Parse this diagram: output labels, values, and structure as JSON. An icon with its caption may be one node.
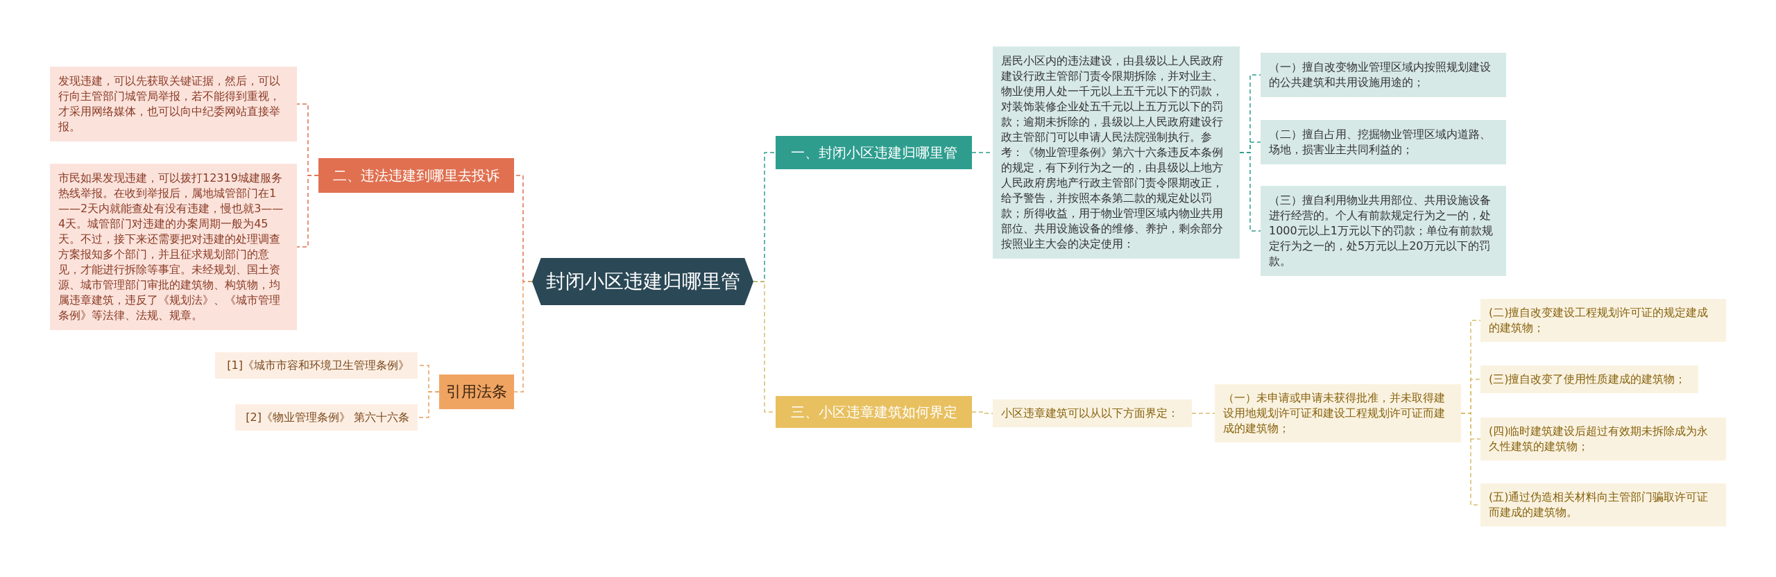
{
  "diagram": {
    "nodes": [
      {
        "text": [
          "封闭小区违建归哪里管"
        ]
      },
      {
        "text": [
          "一、封闭小区违建归哪里管"
        ]
      },
      {
        "text": [
          "居民小区内的违法建设，由县级以上人民政府建设行政主管部门责令限期拆除，并对业主、物业使用人处一千元以上五千元以下的罚款，对装饰装修企业处五千元以上五万元以下的罚款；逾期未拆除的，县级以上人民政府建设行政主管部门可以申请人民法院强制执行。参考：《物业管理条例》第六十六条违反本条例的规定，有下列行为之一的，由县级以上地方人民政府房地产行政主管部门责令限期改正，给予警告，并按照本条第二款的规定处以罚款；所得收益，用于物业管理区域内物业共用部位、共用设施设备的维修、养护，剩余部分按照业主大会的决定使用："
        ]
      },
      {
        "text": [
          "（一）擅自改变物业管理区域内按照规划建设的公共建筑和共用设施用途的；"
        ]
      },
      {
        "text": [
          "（二）擅自占用、挖掘物业管理区域内道路、场地，损害业主共同利益的；"
        ]
      },
      {
        "text": [
          "（三）擅自利用物业共用部位、共用设施设备进行经营的。个人有前款规定行为之一的，处1000元以上1万元以下的罚款；单位有前款规定行为之一的，处5万元以上20万元以下的罚款。"
        ]
      },
      {
        "text": [
          "二、违法违建到哪里去投诉"
        ]
      },
      {
        "text": [
          "发现违建，可以先获取关键证据，然后，可以行向主管部门城管局举报，若不能得到重视，才采用网络媒体，也可以向中纪委网站直接举报。"
        ]
      },
      {
        "text": [
          "市民如果发现违建，可以拨打12319城建服务热线举报。在收到举报后，属地城管部门在1——2天内就能查处有没有违建，慢也就3——4天。城管部门对违建的办案周期一般为45天。不过，接下来还需要把对违建的处理调查方案报知多个部门，并且征求规划部门的意见，才能进行拆除等事宜。未经规划、国土资源、城市管理部门审批的建筑物、构筑物，均属违章建筑，违反了《规划法》、《城市管理条例》等法律、法规、规章。"
        ]
      },
      {
        "text": [
          "引用法条"
        ]
      },
      {
        "text": [
          "[1]《城市市容和环境卫生管理条例》"
        ]
      },
      {
        "text": [
          "[2]《物业管理条例》 第六十六条"
        ]
      },
      {
        "text": [
          "三、小区违章建筑如何界定"
        ]
      },
      {
        "text": [
          "小区违章建筑可以从以下方面界定："
        ]
      },
      {
        "text": [
          "（一）未申请或申请未获得批准，并未取得建设用地规划许可证和建设工程规划许可证而建成的建筑物；"
        ]
      },
      {
        "text": [
          "(二)擅自改变建设工程规划许可证的规定建成的建筑物；"
        ]
      },
      {
        "text": [
          "(三)擅自改变了使用性质建成的建筑物；"
        ]
      },
      {
        "text": [
          "(四)临时建筑建设后超过有效期未拆除成为永久性建筑的建筑物；"
        ]
      },
      {
        "text": [
          "(五)通过伪造相关材料向主管部门骗取许可证而建成的建筑物。"
        ]
      }
    ],
    "edges": [
      {
        "from": 0,
        "to": 1,
        "arrow": "none",
        "color": "#2e9d8e"
      },
      {
        "from": 1,
        "to": 2,
        "arrow": "none",
        "color": "#2e9d8e"
      },
      {
        "from": 2,
        "to": 3,
        "arrow": "none",
        "color": "#2e9d8e"
      },
      {
        "from": 2,
        "to": 4,
        "arrow": "none",
        "color": "#2e9d8e"
      },
      {
        "from": 2,
        "to": 5,
        "arrow": "none",
        "color": "#2e9d8e"
      },
      {
        "from": 0,
        "to": 6,
        "arrow": "none",
        "color": "#e07050"
      },
      {
        "from": 6,
        "to": 7,
        "arrow": "none",
        "color": "#e07050"
      },
      {
        "from": 6,
        "to": 8,
        "arrow": "none",
        "color": "#e07050"
      },
      {
        "from": 0,
        "to": 9,
        "arrow": "none",
        "color": "#e8a060"
      },
      {
        "from": 9,
        "to": 10,
        "arrow": "none",
        "color": "#e8a060"
      },
      {
        "from": 9,
        "to": 11,
        "arrow": "none",
        "color": "#e8a060"
      },
      {
        "from": 0,
        "to": 12,
        "arrow": "none",
        "color": "#d9bd6a"
      },
      {
        "from": 12,
        "to": 13,
        "arrow": "none",
        "color": "#d9bd6a"
      },
      {
        "from": 13,
        "to": 14,
        "arrow": "none",
        "color": "#d9bd6a"
      },
      {
        "from": 14,
        "to": 15,
        "arrow": "none",
        "color": "#d9bd6a"
      },
      {
        "from": 14,
        "to": 16,
        "arrow": "none",
        "color": "#d9bd6a"
      },
      {
        "from": 14,
        "to": 17,
        "arrow": "none",
        "color": "#d9bd6a"
      },
      {
        "from": 14,
        "to": 18,
        "arrow": "none",
        "color": "#d9bd6a"
      }
    ]
  }
}
